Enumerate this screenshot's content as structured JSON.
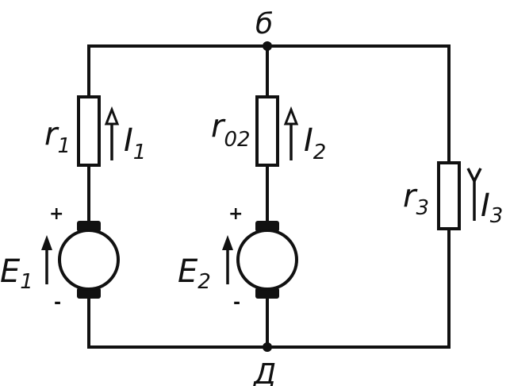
{
  "nodes": {
    "top": "б",
    "bottom": "Д"
  },
  "branch1": {
    "resistor": {
      "base": "r",
      "sub": "1"
    },
    "current": {
      "base": "I",
      "sub": "1"
    },
    "emf": {
      "base": "E",
      "sub": "1"
    },
    "plus": "+",
    "minus": "-"
  },
  "branch2": {
    "resistor": {
      "base": "r",
      "sub": "02"
    },
    "current": {
      "base": "I",
      "sub": "2"
    },
    "emf": {
      "base": "E",
      "sub": "2"
    },
    "plus": "+",
    "minus": "-"
  },
  "branch3": {
    "resistor": {
      "base": "r",
      "sub": "3"
    },
    "current": {
      "base": "I",
      "sub": "3"
    }
  }
}
